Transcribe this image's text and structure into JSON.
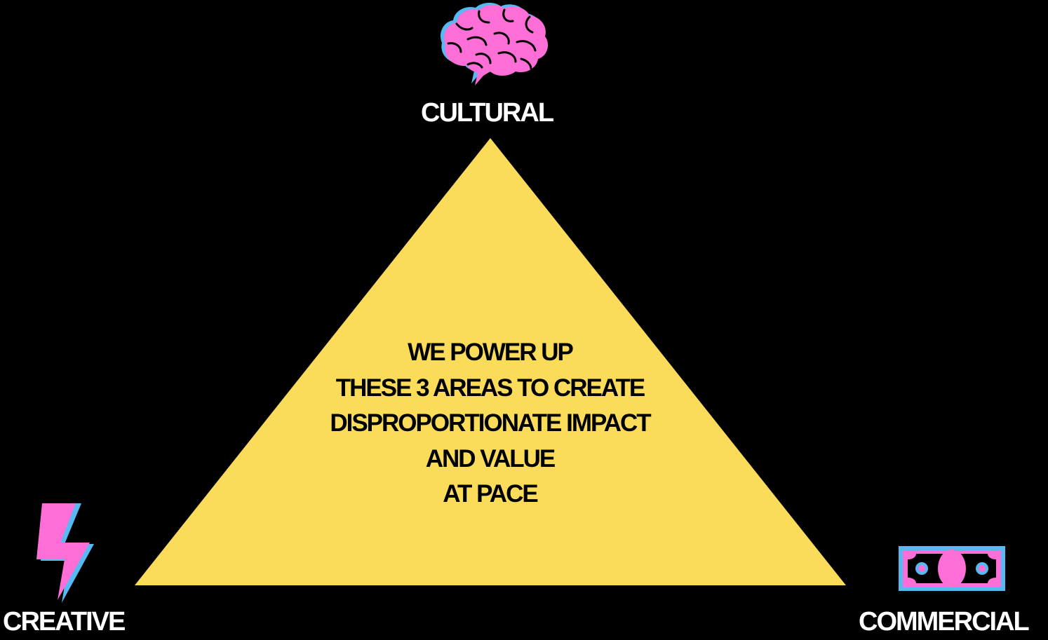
{
  "diagram": {
    "apex_label": "CULTURAL",
    "left_label": "CREATIVE",
    "right_label": "COMMERCIAL",
    "center_lines": [
      "WE POWER UP",
      "THESE 3 AREAS TO CREATE",
      "DISPROPORTIONATE IMPACT",
      "AND VALUE",
      "AT PACE"
    ]
  },
  "icons": {
    "apex": "brain-icon",
    "left": "lightning-bolt-icon",
    "right": "cash-icon"
  },
  "colors": {
    "background": "#000000",
    "triangle": "#fbdc5a",
    "accent_pink": "#fd6ed6",
    "accent_blue": "#55b9f2",
    "label_text": "#ffffff",
    "center_text": "#000000"
  }
}
